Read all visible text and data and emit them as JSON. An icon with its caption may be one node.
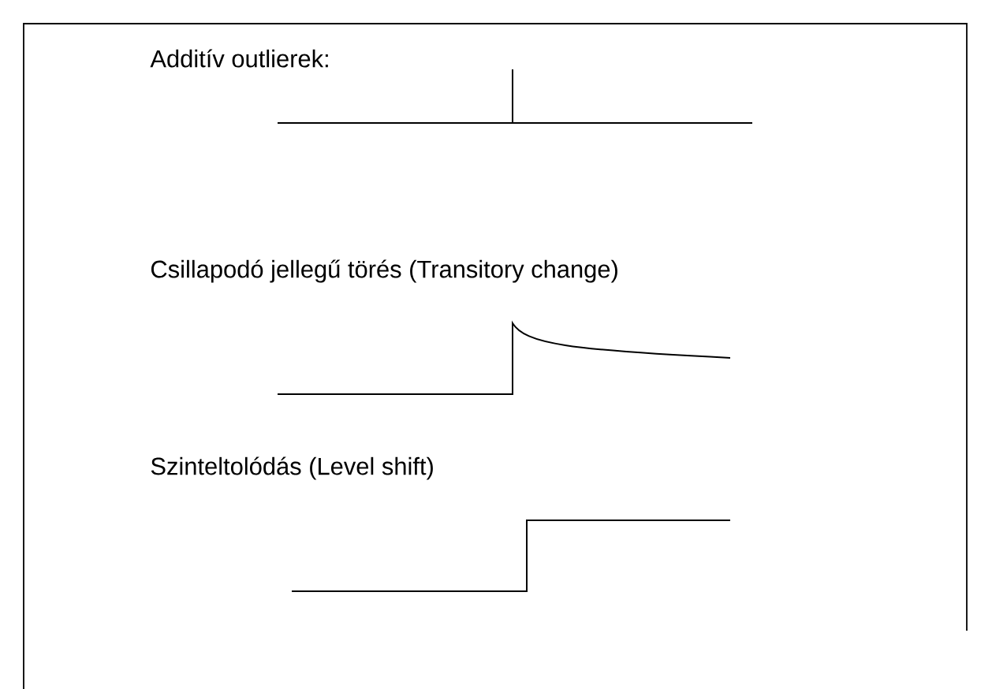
{
  "diagram": {
    "labels": [
      "Additív outlierek:",
      "Csillapodó jellegű törés (Transitory change)",
      "Szinteltolódás (Level shift)"
    ]
  }
}
